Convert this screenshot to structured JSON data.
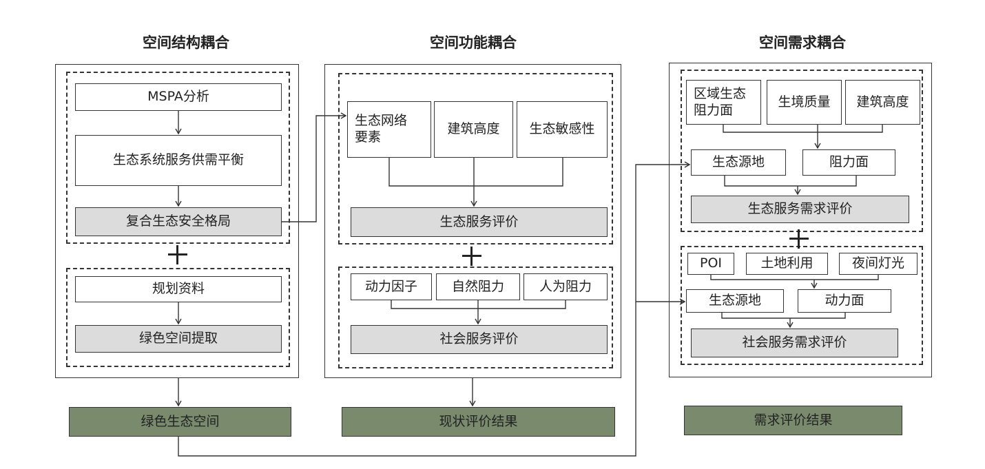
{
  "columns": {
    "structure": {
      "title": "空间结构耦合",
      "boxes": [
        "MSPA分析",
        "生态系统服务供需平衡",
        "复合生态安全格局"
      ],
      "boxes2": [
        "规划资料",
        "绿色空间提取"
      ],
      "result": "绿色生态空间"
    },
    "function": {
      "title": "空间功能耦合",
      "factors1": [
        "生态网络\n要素",
        "建筑高度",
        "生态敏感性"
      ],
      "eval1": "生态服务评价",
      "factors2": [
        "动力因子",
        "自然阻力",
        "人为阻力"
      ],
      "eval2": "社会服务评价",
      "result": "现状评价结果"
    },
    "demand": {
      "title": "空间需求耦合",
      "factors1": [
        "区域生态\n阻力面",
        "生境质量",
        "建筑高度"
      ],
      "mid1": [
        "生态源地",
        "阻力面"
      ],
      "eval1": "生态服务需求评价",
      "factors2": [
        "POI",
        "土地利用",
        "夜间灯光"
      ],
      "mid2": [
        "生态源地",
        "动力面"
      ],
      "eval2": "社会服务需求评价",
      "result": "需求评价结果"
    }
  },
  "colors": {
    "gray_box": "#dcdcdc",
    "result_green": "#7a8a6c"
  }
}
